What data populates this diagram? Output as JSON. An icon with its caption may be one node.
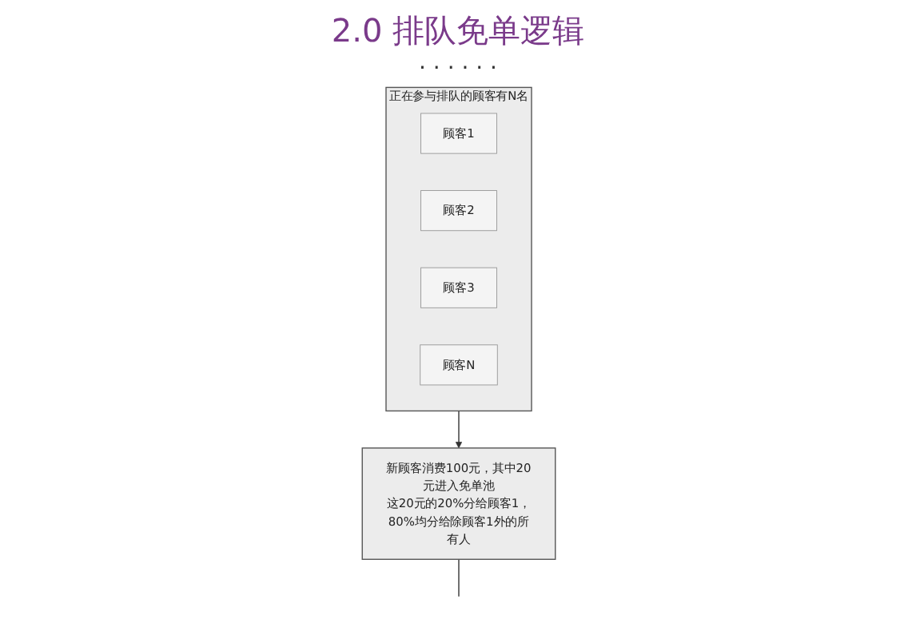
{
  "diagram": {
    "title": "2.0 排队免单逻辑",
    "nodes": [
      {
        "text": [
          "正在参与排队的顾客有N名"
        ]
      },
      {
        "text": [
          "顾客1"
        ],
        "in": 0
      },
      {
        "text": [
          "顾客2"
        ],
        "in": 0
      },
      {
        "text": [
          "顾客3"
        ],
        "in": 0
      },
      {
        "text": [
          "顾客N"
        ],
        "in": 0
      },
      {
        "text": [
          "新顾客消费100元，其中20元进入免单池",
          "这20元的20%分给顾客1，80%均分给除顾客1外的所有人"
        ]
      }
    ],
    "edges": [
      {
        "from": 0,
        "to": 5,
        "arrow": "to"
      },
      {
        "from": 5,
        "to": null,
        "arrow": "none"
      }
    ],
    "labels": [
      "· · · · · ·"
    ]
  }
}
